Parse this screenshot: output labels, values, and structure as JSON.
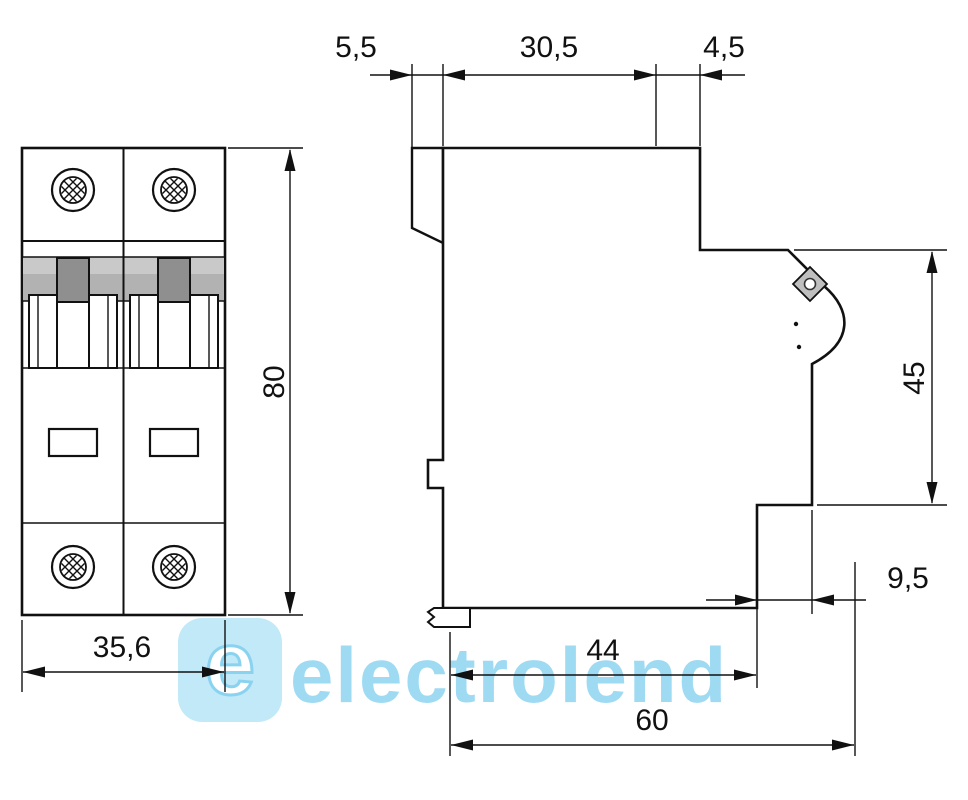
{
  "drawing": {
    "type": "technical-dimension-drawing",
    "subject": "2-pole modular circuit breaker, front view and side view with dimensions (mm)",
    "dims": {
      "top_back": "5,5",
      "top_body": "30,5",
      "top_front": "4,5",
      "front_height": "80",
      "front_width": "35,6",
      "side_face_height": "45",
      "side_offset": "9,5",
      "side_depth_inner": "44",
      "side_depth_total": "60"
    }
  },
  "watermark": {
    "logo_letter": "e",
    "brand": "electrolend"
  },
  "colors": {
    "line": "#111111",
    "band-gray": "#c9c9c9",
    "band-gray-dark": "#b2b2b2",
    "handle-gray": "#8f8f8f",
    "brand-blue": "#7bcdef",
    "brand-blue-light": "#b9e6f8"
  }
}
